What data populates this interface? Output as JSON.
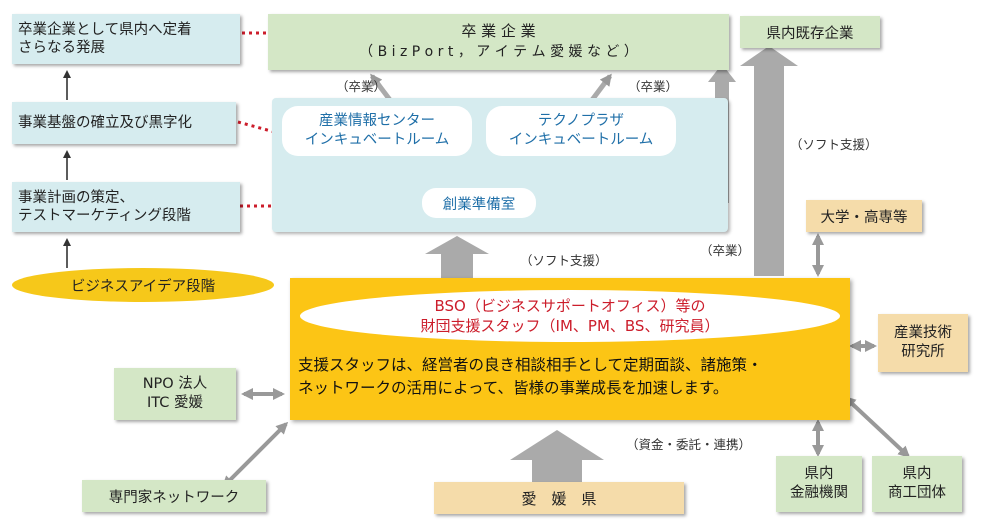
{
  "stages": {
    "s4": {
      "line1": "卒業企業として県内へ定着",
      "line2": "さらなる発展"
    },
    "s3": {
      "line1": "事業基盤の確立及び黒字化"
    },
    "s2": {
      "line1": "事業計画の策定、",
      "line2": "テストマーケティング段階"
    },
    "s1": {
      "line1": "ビジネスアイデア段階"
    }
  },
  "graduates": {
    "line1": "卒 業 企 業",
    "line2": "（ B i z P o r t ， ア イ テ ム 愛 媛 な ど ）"
  },
  "existing": "県内既存企業",
  "incubation": {
    "room1": {
      "line1": "産業情報センター",
      "line2": "インキュベートルーム"
    },
    "room2": {
      "line1": "テクノプラザ",
      "line2": "インキュベートルーム"
    },
    "prep": "創業準備室"
  },
  "labels": {
    "grad1": "（卒業）",
    "grad2": "（卒業）",
    "grad3": "（卒業）",
    "soft1": "（ソフト支援）",
    "soft2": "（ソフト支援）",
    "funds": "（資金・委託・連携）"
  },
  "bso": {
    "title1": "BSO（ビジネスサポートオフィス）等の",
    "title2": "財団支援スタッフ（IM、PM、BS、研究員）",
    "body1": "支援スタッフは、経営者の良き相談相手として定期面談、諸施策・",
    "body2": "ネットワークの活用によって、皆様の事業成長を加速します。"
  },
  "partners": {
    "university": "大学・高専等",
    "institute": {
      "line1": "産業技術",
      "line2": "研究所"
    },
    "npo": {
      "line1": "NPO 法人",
      "line2": "ITC 愛媛"
    },
    "experts": "専門家ネットワーク",
    "ehime": "愛　媛　県",
    "banks": {
      "line1": "県内",
      "line2": "金融機関"
    },
    "commerce": {
      "line1": "県内",
      "line2": "商工団体"
    }
  },
  "colors": {
    "stage_fill": "#d6ecef",
    "green_fill": "#d4e7c6",
    "tan_fill": "#f5dcaa",
    "bso_fill": "#fcc515",
    "ellipse_fill": "#f6c81a",
    "accent_red": "#cc1d2b",
    "blue_text": "#1f6fa8",
    "arrow_gray": "#aaaaaa"
  }
}
